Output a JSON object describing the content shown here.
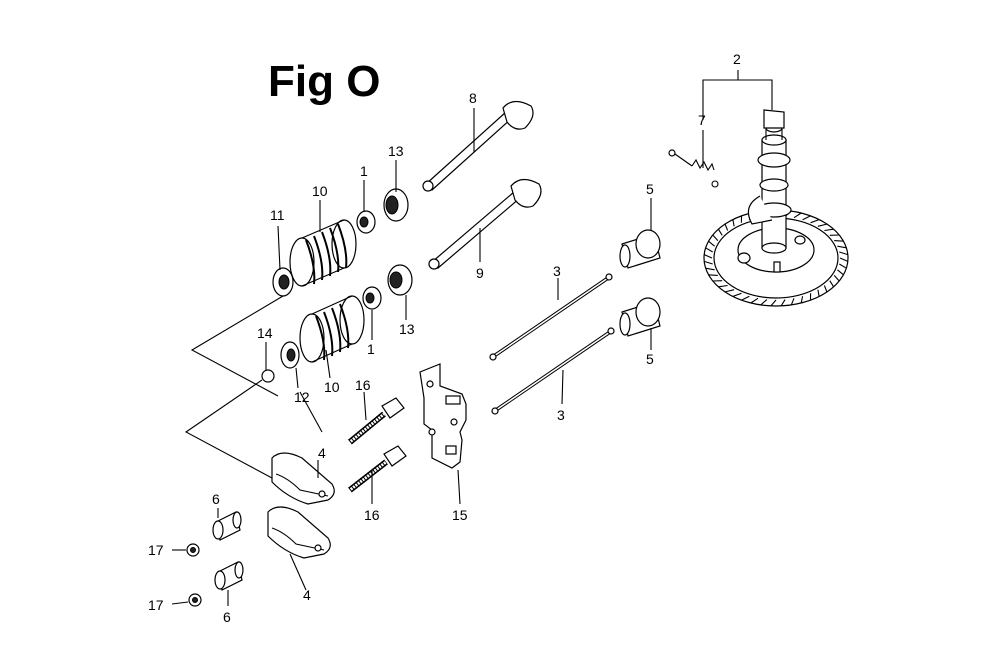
{
  "figure": {
    "title": "Fig O"
  },
  "callouts": [
    {
      "id": "c2",
      "label": "2"
    },
    {
      "id": "c7",
      "label": "7"
    },
    {
      "id": "c8",
      "label": "8"
    },
    {
      "id": "c13a",
      "label": "13"
    },
    {
      "id": "c1a",
      "label": "1"
    },
    {
      "id": "c10a",
      "label": "10"
    },
    {
      "id": "c11",
      "label": "11"
    },
    {
      "id": "c9",
      "label": "9"
    },
    {
      "id": "c5a",
      "label": "5"
    },
    {
      "id": "c3a",
      "label": "3"
    },
    {
      "id": "c13b",
      "label": "13"
    },
    {
      "id": "c1b",
      "label": "1"
    },
    {
      "id": "c14",
      "label": "14"
    },
    {
      "id": "c12",
      "label": "12"
    },
    {
      "id": "c10b",
      "label": "10"
    },
    {
      "id": "c5b",
      "label": "5"
    },
    {
      "id": "c16a",
      "label": "16"
    },
    {
      "id": "c3b",
      "label": "3"
    },
    {
      "id": "c4a",
      "label": "4"
    },
    {
      "id": "c16b",
      "label": "16"
    },
    {
      "id": "c15",
      "label": "15"
    },
    {
      "id": "c6a",
      "label": "6"
    },
    {
      "id": "c17a",
      "label": "17"
    },
    {
      "id": "c4b",
      "label": "4"
    },
    {
      "id": "c17b",
      "label": "17"
    },
    {
      "id": "c6b",
      "label": "6"
    }
  ]
}
